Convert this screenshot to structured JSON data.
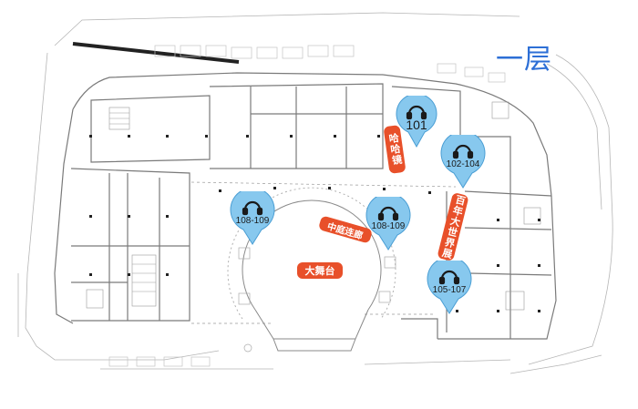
{
  "floor": {
    "title": "一层"
  },
  "stops": [
    {
      "id": "101",
      "label": "101"
    },
    {
      "id": "102-104",
      "label": "102-104"
    },
    {
      "id": "108-109-west",
      "label": "108-109"
    },
    {
      "id": "108-109-center",
      "label": "108-109"
    },
    {
      "id": "105-107",
      "label": "105-107"
    }
  ],
  "places": {
    "hahajing": "哈哈镜",
    "zhongting": "中庭连廊",
    "dawutai": "大舞台",
    "bainian": "百年大世界展"
  },
  "colors": {
    "pin": "#87c8ee",
    "pin_stroke": "#4a9ed4",
    "tag": "#e8502a",
    "title": "#2d6fd6",
    "line": "#8a8a8a"
  },
  "icons": {
    "stop": "headphones-icon"
  }
}
